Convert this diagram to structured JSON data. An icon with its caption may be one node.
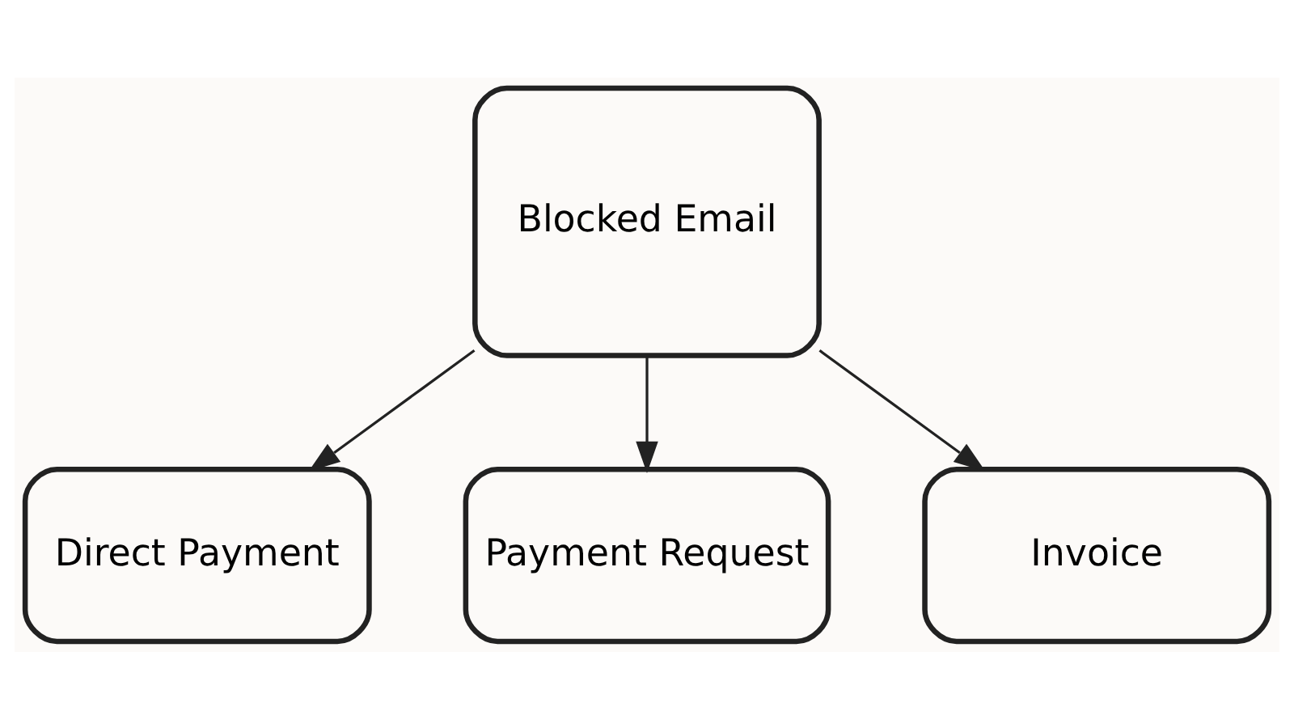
{
  "diagram": {
    "nodes": [
      {
        "text": [
          "Blocked Email"
        ]
      },
      {
        "text": [
          "Direct Payment"
        ]
      },
      {
        "text": [
          "Payment Request"
        ]
      },
      {
        "text": [
          "Invoice"
        ]
      }
    ],
    "edges": [
      {
        "from": 0,
        "to": 1,
        "arrow": "to"
      },
      {
        "from": 0,
        "to": 2,
        "arrow": "to"
      },
      {
        "from": 0,
        "to": 3,
        "arrow": "to"
      }
    ]
  }
}
